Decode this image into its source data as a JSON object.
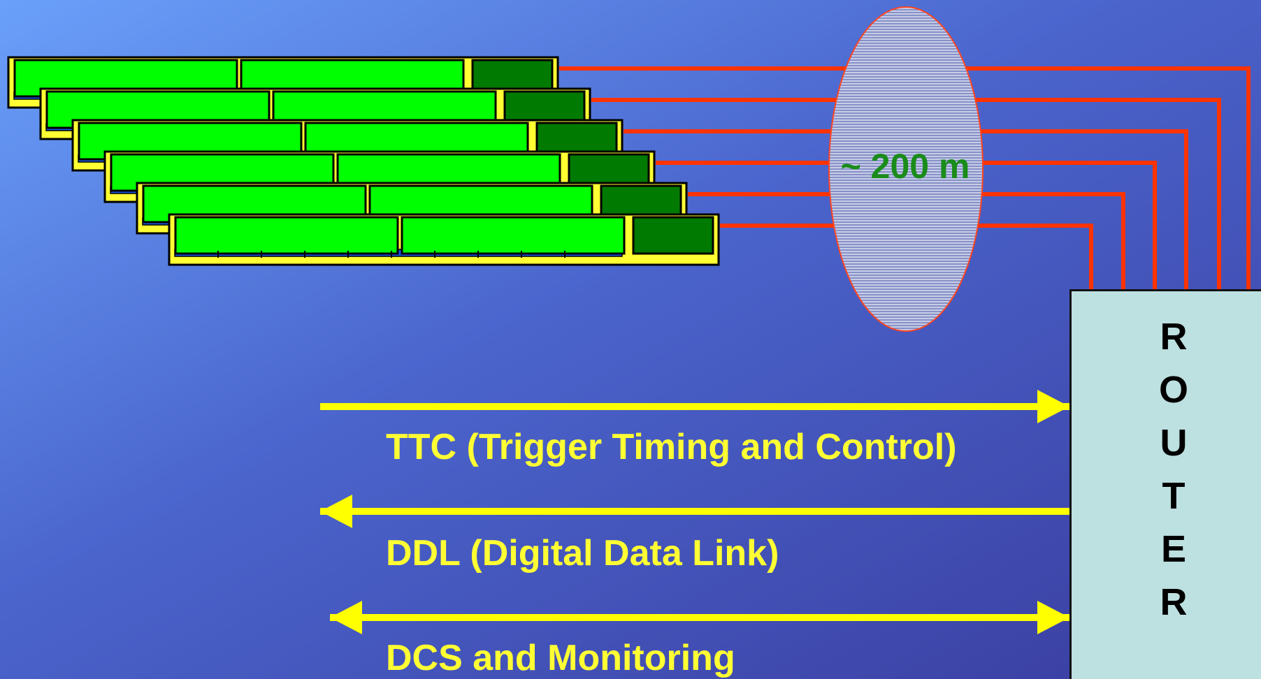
{
  "colors": {
    "background_top": "#6a9cf8",
    "background_bottom": "#3a40a6",
    "module_light": "#00ff00",
    "module_dark": "#007a00",
    "module_frame": "#ffff33",
    "cable": "#ff3300",
    "arrow": "#ffff00",
    "router_fill": "#bde0e0",
    "distance_text": "#1a8c1a"
  },
  "distance_label": "~ 200 m",
  "router_letters": [
    "R",
    "O",
    "U",
    "T",
    "E",
    "R"
  ],
  "links": [
    {
      "label": "TTC (Trigger Timing and Control)",
      "direction": "to-router"
    },
    {
      "label": "DDL (Digital Data Link)",
      "direction": "from-router"
    },
    {
      "label": "DCS and Monitoring",
      "direction": "bidirectional"
    }
  ],
  "module_count": 6
}
